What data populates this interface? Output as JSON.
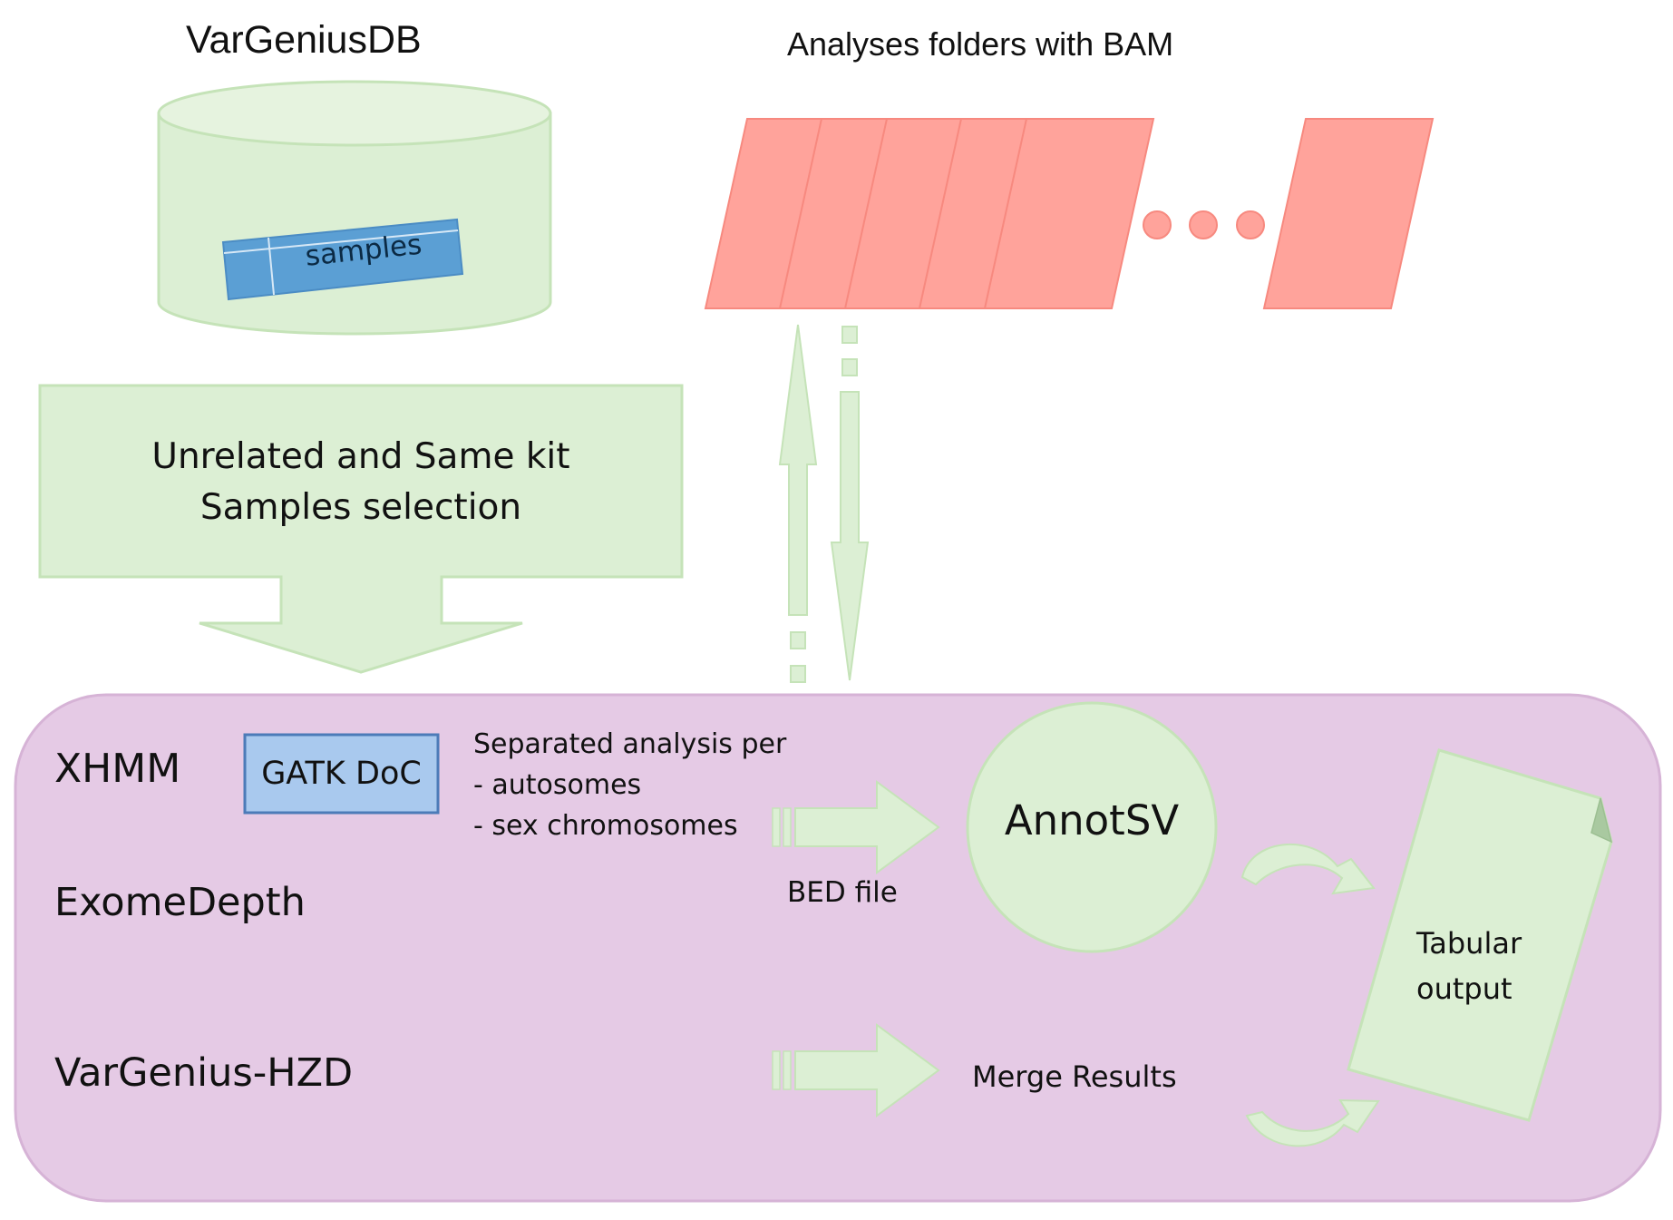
{
  "database": {
    "title": "VarGeniusDB",
    "table_label": "samples"
  },
  "analyses": {
    "title": "Analyses folders with BAM"
  },
  "selection": {
    "lines": [
      "Unrelated and Same kit",
      "Samples selection"
    ]
  },
  "pipeline": {
    "tools": [
      "XHMM",
      "ExomeDepth",
      "VarGenius-HZD"
    ],
    "gatk_box": "GATK DoC",
    "separated_analysis": [
      "Separated analysis per",
      "- autosomes",
      "- sex chromosomes"
    ],
    "bed_label": "BED file",
    "annotator": "AnnotSV",
    "merge_label": "Merge Results",
    "output_lines": [
      "Tabular",
      "output"
    ]
  },
  "colors": {
    "light_green": "#dcefd4",
    "green_stroke": "#c5e3b8",
    "salmon": "#ffa39b",
    "salmon_stroke": "#f7897f",
    "blue_table": "#5b9fd4",
    "blue_box": "#a9c9ee",
    "blue_box_stroke": "#4c7bb8",
    "purple_panel": "#e5cae5",
    "purple_stroke": "#d6b3d6"
  }
}
